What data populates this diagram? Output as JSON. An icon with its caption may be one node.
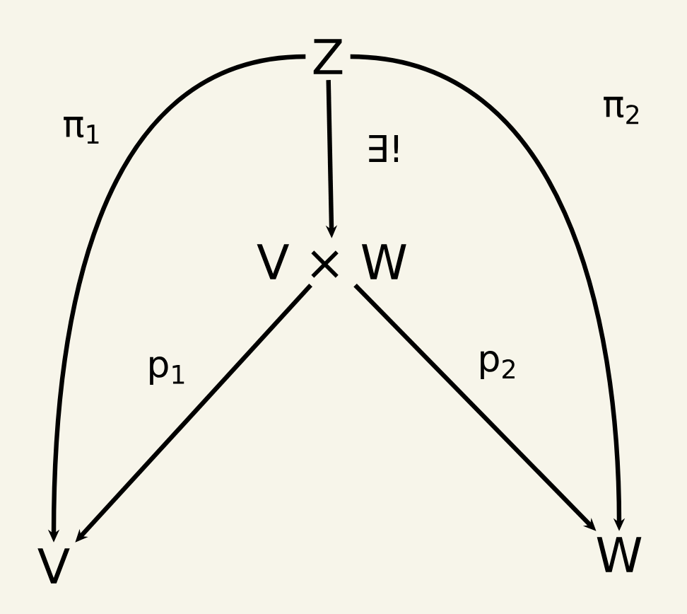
{
  "diagram": {
    "nodes": [
      {
        "text": [
          "Z"
        ]
      },
      {
        "text": [
          "V × W"
        ]
      },
      {
        "text": [
          "V"
        ]
      },
      {
        "text": [
          "W"
        ]
      }
    ],
    "edges": [
      {
        "from": 0,
        "to": 1,
        "arrow": "to",
        "label": "∃!"
      },
      {
        "from": 0,
        "to": 2,
        "arrow": "to",
        "label": "π$_{1}$"
      },
      {
        "from": 0,
        "to": 3,
        "arrow": "to",
        "label": "π$_{2}$"
      },
      {
        "from": 1,
        "to": 2,
        "arrow": "to",
        "label": "p$_{1}$"
      },
      {
        "from": 1,
        "to": 3,
        "arrow": "to",
        "label": "p$_{2}$"
      }
    ]
  }
}
